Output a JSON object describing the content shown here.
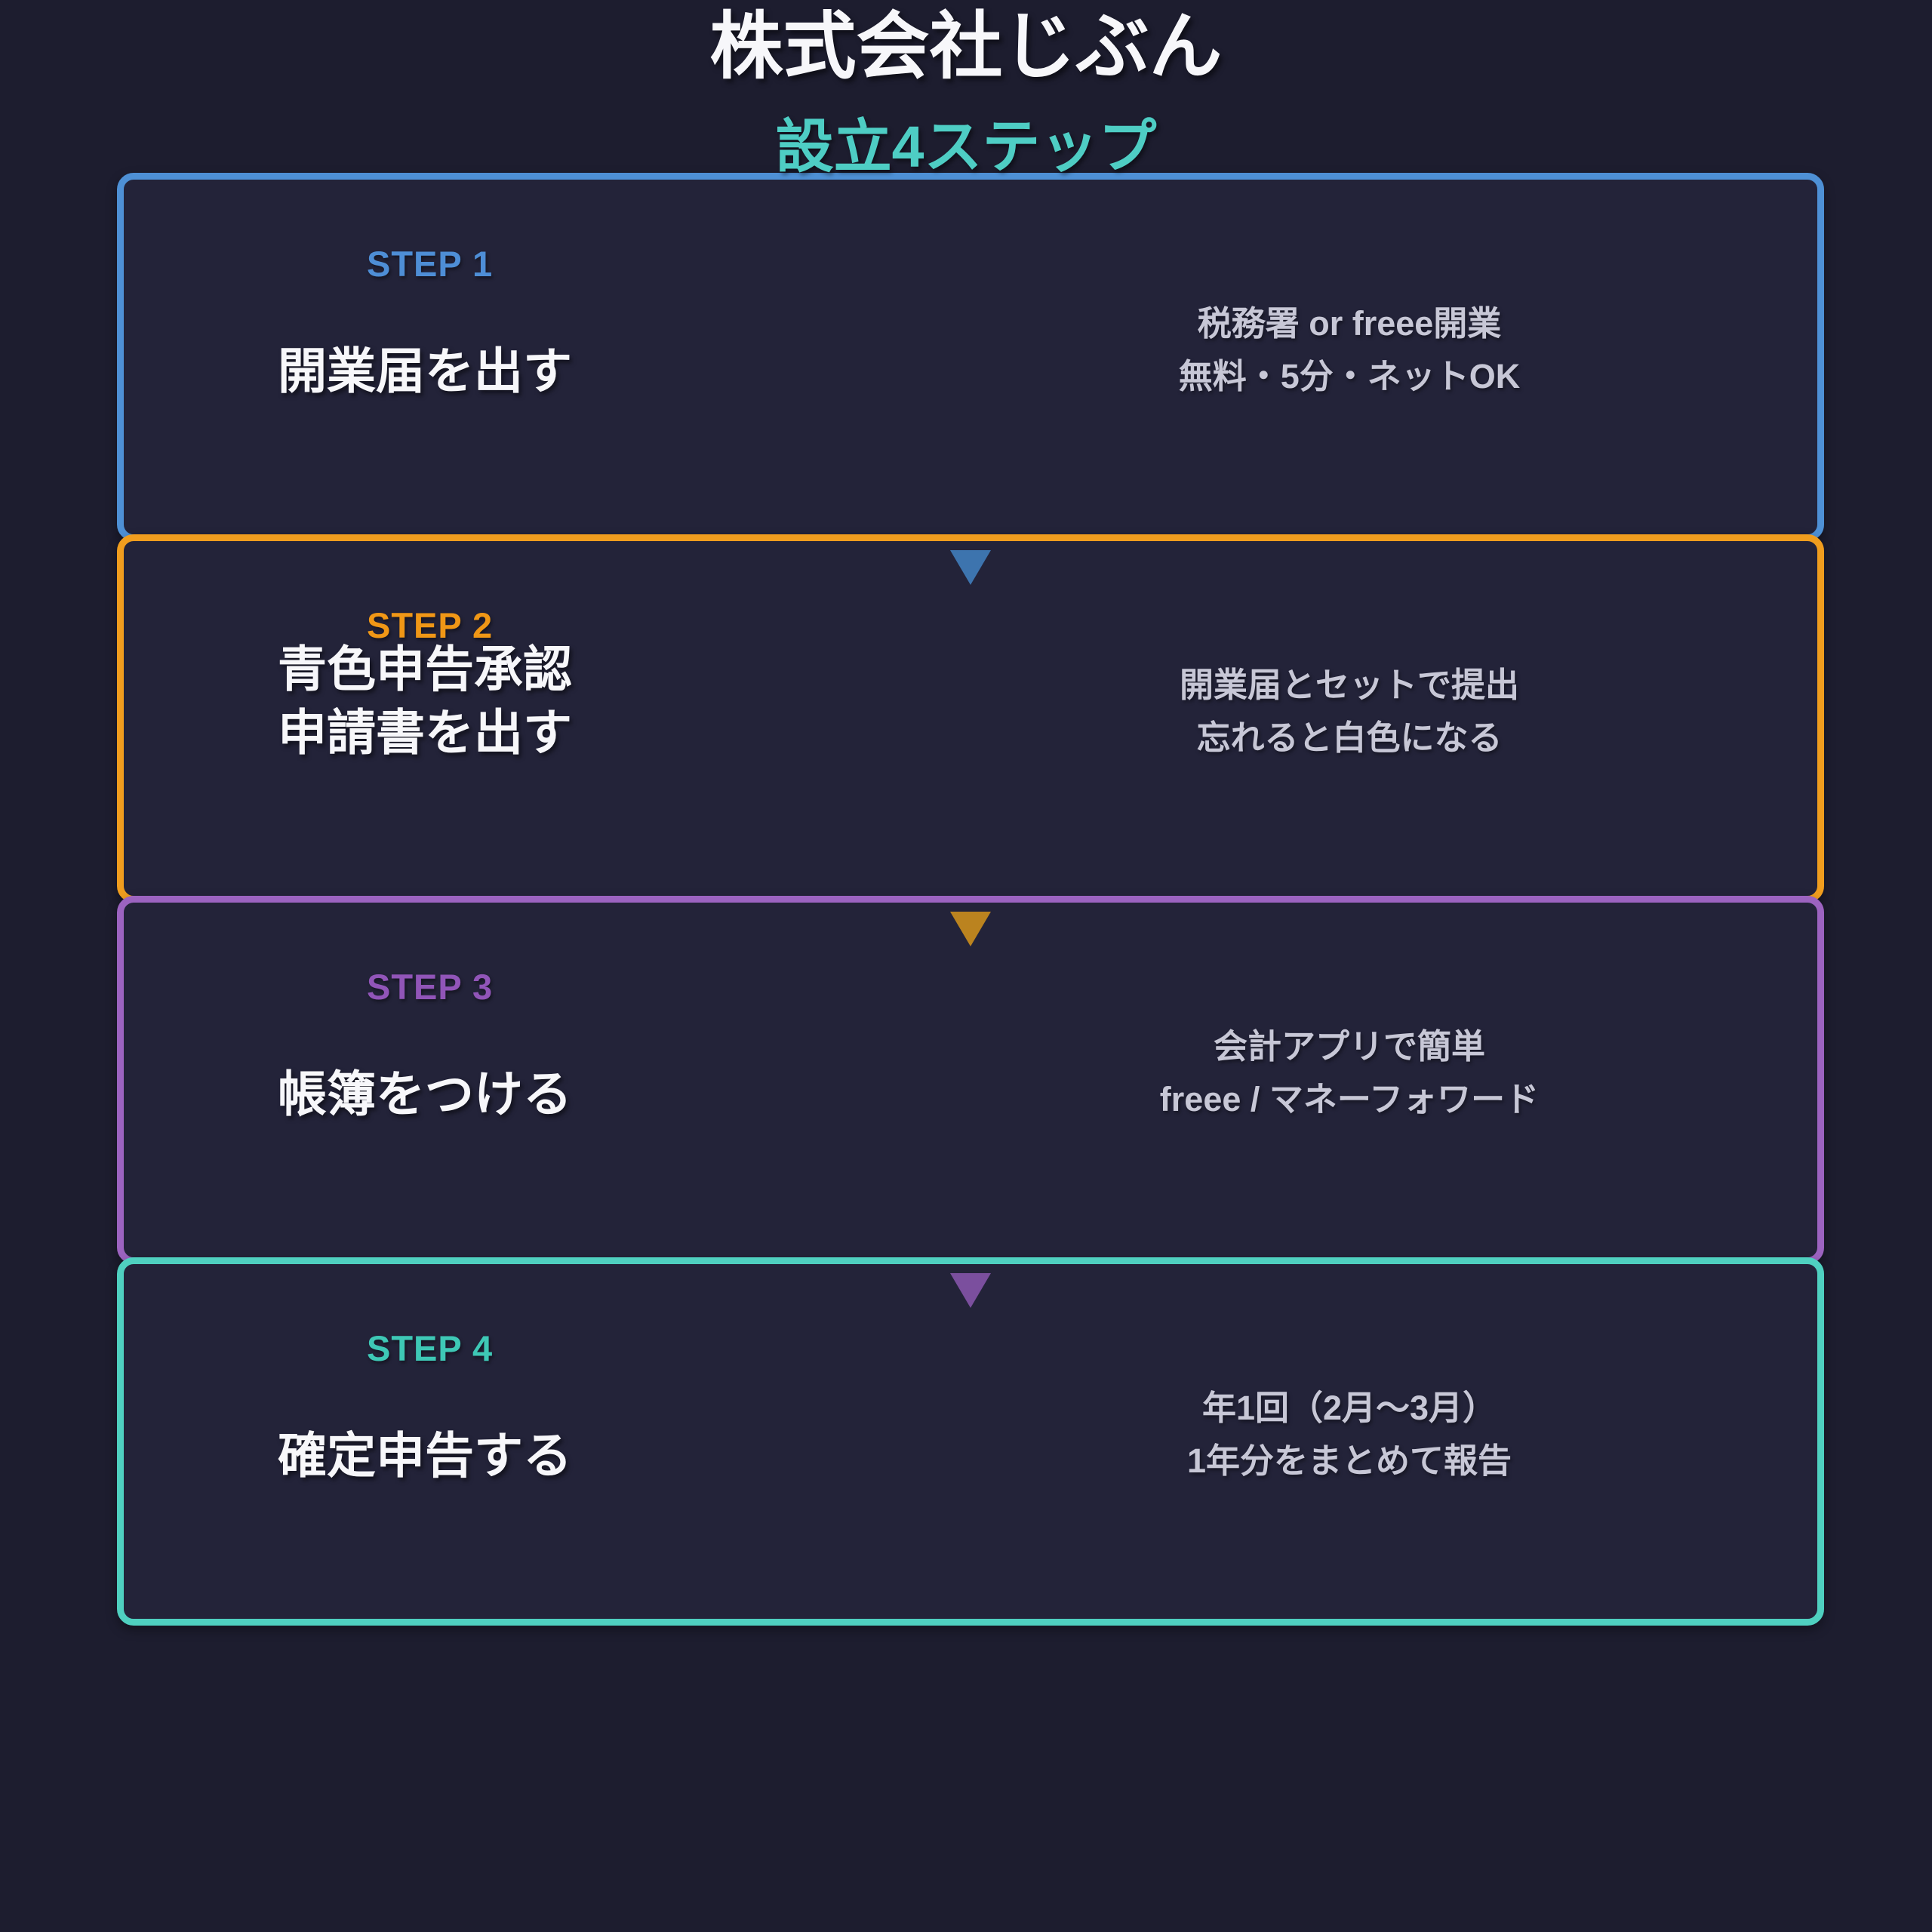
{
  "page": {
    "title": "株式会社じぶん",
    "subtitle": "設立4ステップ"
  },
  "colors": {
    "background": "#1d1d2f",
    "card_fill": "#232339",
    "title_text": "#f7f7fa",
    "subtitle_accent": "#4ecdc4",
    "note_text": "#c7c7d6"
  },
  "steps": [
    {
      "label": "STEP 1",
      "label_color": "#4e8ed6",
      "border_color": "#4e90d5",
      "arrow_color": null,
      "title_lines": [
        "開業届を出す"
      ],
      "note_lines": [
        "税務署 or freee開業",
        "無料・5分・ネットOK"
      ]
    },
    {
      "label": "STEP 2",
      "label_color": "#f09716",
      "border_color": "#f09d1e",
      "arrow_color": "#3d74ae",
      "title_lines": [
        "青色申告承認",
        "申請書を出す"
      ],
      "note_lines": [
        "開業届とセットで提出",
        "忘れると白色になる"
      ]
    },
    {
      "label": "STEP 3",
      "label_color": "#9155b8",
      "border_color": "#9c63c0",
      "arrow_color": "#bb831f",
      "title_lines": [
        "帳簿をつける"
      ],
      "note_lines": [
        "会計アプリで簡単",
        "freee / マネーフォワード"
      ]
    },
    {
      "label": "STEP 4",
      "label_color": "#3ec8b6",
      "border_color": "#4fd0c0",
      "arrow_color": "#7b4f9e",
      "title_lines": [
        "確定申告する"
      ],
      "note_lines": [
        "年1回（2月〜3月）",
        "1年分をまとめて報告"
      ]
    }
  ]
}
